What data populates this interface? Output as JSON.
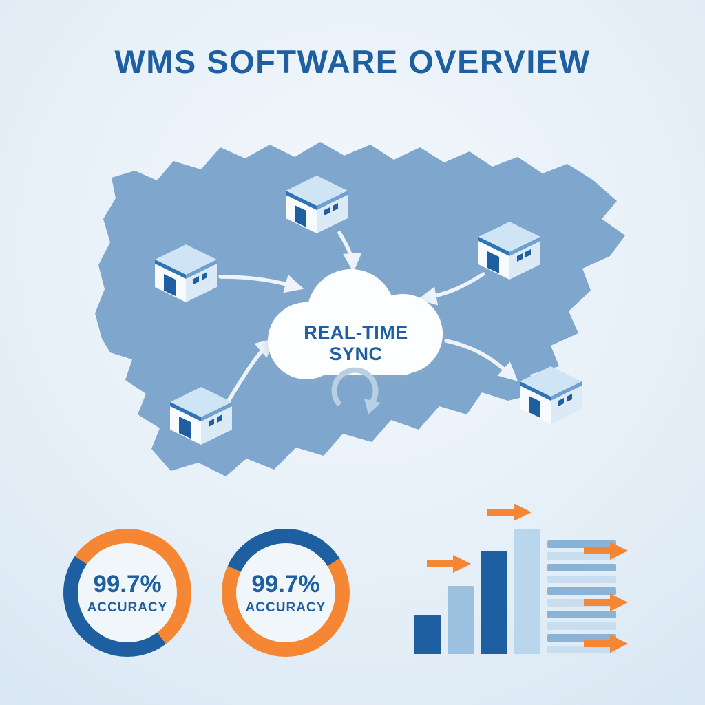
{
  "title": "WMS SOFTWARE OVERVIEW",
  "cloud": {
    "line1": "REAL-TIME",
    "line2": "SYNC"
  },
  "donuts": [
    {
      "value": "99.7%",
      "label": "ACCURACY"
    },
    {
      "value": "99.7%",
      "label": "ACCURACY"
    }
  ],
  "colors": {
    "primary_blue": "#1d5fa0",
    "map_blue": "#7fa6cd",
    "accent_orange": "#f58634",
    "light_blue": "#c9e0f2",
    "pale_blue_row": "#c8ddee",
    "medium_blue_row": "#8ab3d8",
    "background": "#e7f0f8",
    "cloud_white": "#fdfeff"
  },
  "icons": [
    {
      "name": "warehouse-icon",
      "shape": "isometric-building",
      "count": 5
    },
    {
      "name": "cloud-icon",
      "shape": "cloud"
    },
    {
      "name": "sync-arrow-icon",
      "shape": "circular-arrow"
    },
    {
      "name": "curved-arrow-icon",
      "shape": "curved-connector-arrow",
      "count": 5
    },
    {
      "name": "arrow-right-icon",
      "shape": "orange-right-arrow",
      "count": 5
    }
  ],
  "chart_data": [
    {
      "type": "pie",
      "variant": "donut",
      "value": 99.7,
      "unit": "%",
      "center_text": [
        "99.7%",
        "ACCURACY"
      ],
      "start_deg": -55,
      "segments": [
        {
          "name": "orange-segment",
          "color": "#f58634",
          "fraction": 0.55
        },
        {
          "name": "blue-segment",
          "color": "#1d5fa0",
          "fraction": 0.45
        }
      ]
    },
    {
      "type": "pie",
      "variant": "donut",
      "value": 99.7,
      "unit": "%",
      "center_text": [
        "99.7%",
        "ACCURACY"
      ],
      "start_deg": -65,
      "segments": [
        {
          "name": "blue-segment",
          "color": "#1d5fa0",
          "fraction": 0.34
        },
        {
          "name": "orange-segment",
          "color": "#f58634",
          "fraction": 0.66
        }
      ]
    },
    {
      "type": "bar",
      "title": "growth bars (unlabeled)",
      "values": [
        30,
        52,
        79,
        96
      ],
      "colors": [
        "#1d5fa0",
        "#9cc0df",
        "#1d5fa0",
        "#b9d6ec"
      ],
      "ylim": [
        0,
        100
      ],
      "legend": "none",
      "annotations": "orange right-pointing growth arrows"
    }
  ],
  "hbar_stack": {
    "rows": 10,
    "arrow_rows": [
      0,
      5,
      9
    ]
  }
}
